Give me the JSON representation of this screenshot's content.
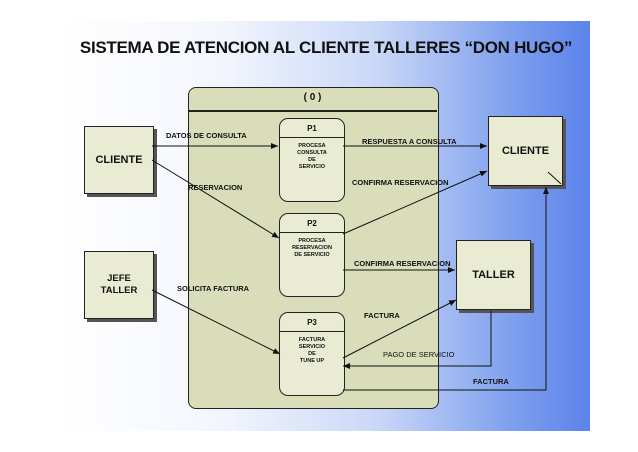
{
  "title": "SISTEMA DE ATENCION AL CLIENTE TALLERES “DON HUGO”",
  "system": {
    "label": "( 0 )"
  },
  "entities": {
    "cliente_source": "CLIENTE",
    "jefe_taller": "JEFE\nTALLER",
    "cliente_sink": "CLIENTE",
    "taller": "TALLER"
  },
  "processes": [
    {
      "id": "P1",
      "text": "PROCESA\nCONSULTA\nDE\nSERVICIO"
    },
    {
      "id": "P2",
      "text": "PROCESA\nRESERVACION\nDE SERVICIO"
    },
    {
      "id": "P3",
      "text": "FACTURA\nSERVICIO\nDE\nTUNE UP"
    }
  ],
  "flows": {
    "datos_consulta": "DATOS DE CONSULTA",
    "reservacion": "RESERVACION",
    "solicita_factura": "SOLICITA FACTURA",
    "respuesta_consulta": "RESPUESTA A CONSULTA",
    "confirma_reservacion_cliente": "CONFIRMA RESERVACION",
    "confirma_reservacion_taller": "CONFIRMA RESERVACION",
    "factura_taller": "FACTURA",
    "pago_servicio": "PAGO DE SERVICIO",
    "factura_cliente": "FACTURA"
  }
}
